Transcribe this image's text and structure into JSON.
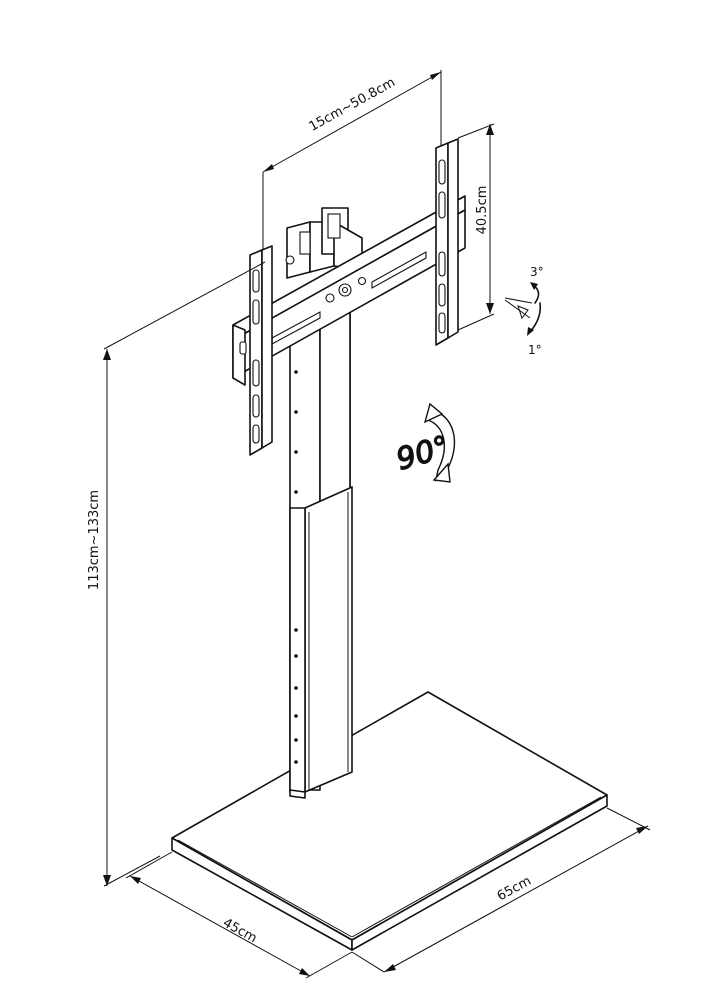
{
  "dimensions": {
    "vesa_width": "15cm~50.8cm",
    "vesa_height": "40.5cm",
    "total_height": "113cm~133cm",
    "base_depth": "45cm",
    "base_width": "65cm"
  },
  "tilt": {
    "up": "3°",
    "down": "1°"
  },
  "rotation": {
    "label": "90°"
  },
  "colors": {
    "line": "#111111",
    "background": "#ffffff"
  }
}
